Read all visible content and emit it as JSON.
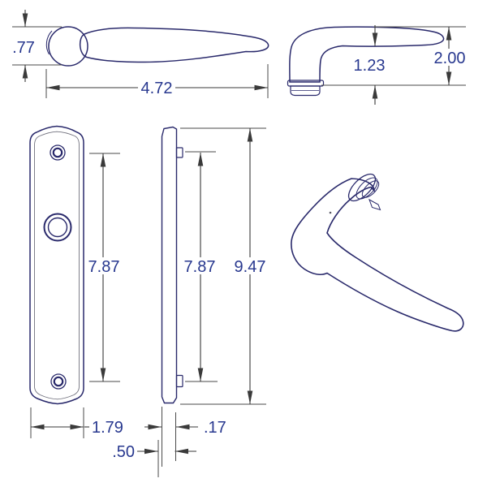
{
  "dimensions": {
    "lever": {
      "height": ".77",
      "length": "4.72",
      "neck_clearance": "1.23",
      "projection": "2.00"
    },
    "plate": {
      "hole_spacing_front": "7.87",
      "hole_spacing_side": "7.87",
      "overall_height": "9.47",
      "width": "1.79",
      "thickness": ".17",
      "depth": ".50"
    }
  },
  "colors": {
    "background": "#ffffff",
    "part_fill": "#a9a9b0",
    "part_outline": "#29296b",
    "plate_fill": "#f4f4f6",
    "dimension_line": "#3a3a3a",
    "dimension_text": "#28388f"
  }
}
